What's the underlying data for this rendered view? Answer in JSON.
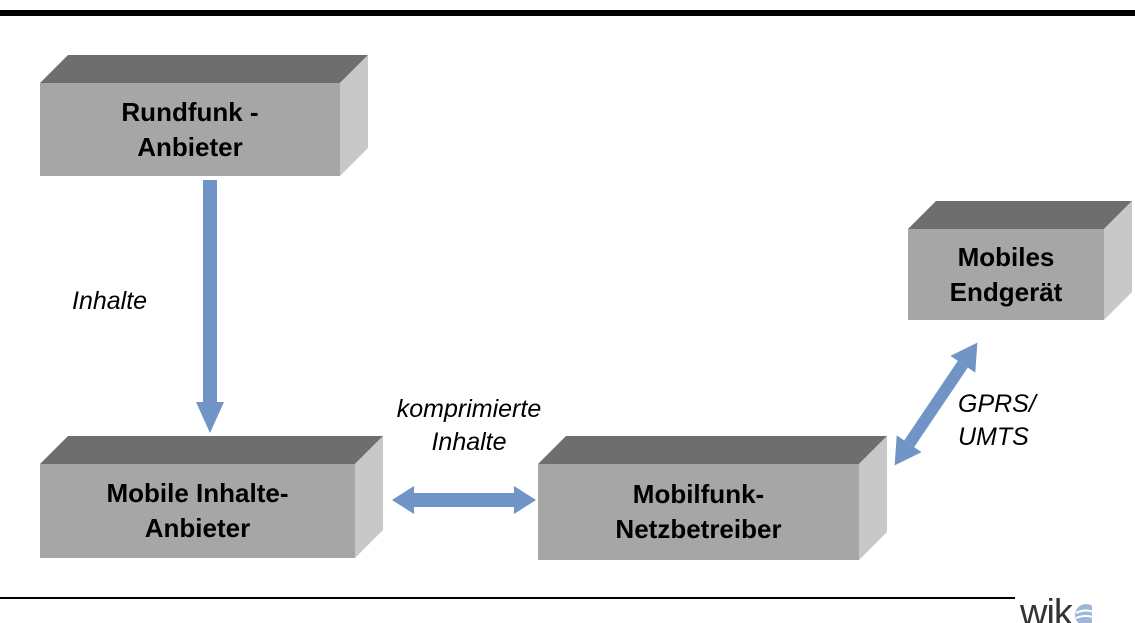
{
  "boxes": {
    "rundfunk": "Rundfunk -\nAnbieter",
    "inhalte_anbieter": "Mobile Inhalte-\nAnbieter",
    "netzbetreiber": "Mobilfunk-\nNetzbetreiber",
    "endgeraet": "Mobiles\nEndgerät"
  },
  "edges": {
    "inhalte": "Inhalte",
    "komprimierte": "komprimierte\nInhalte",
    "gprs_umts": "GPRS/\nUMTS"
  },
  "logo": {
    "text": "wik"
  },
  "colors": {
    "box_front": "#a6a6a6",
    "box_top": "#6e6e6e",
    "box_side": "#c8c8c8",
    "arrow": "#7094c6"
  }
}
